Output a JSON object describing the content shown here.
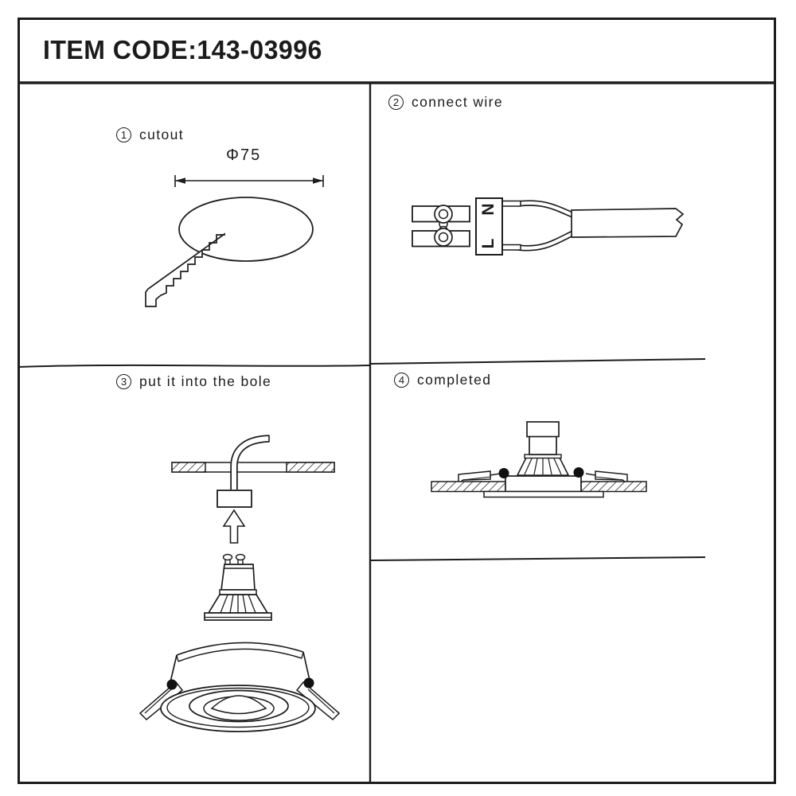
{
  "title": "ITEM CODE:143-03996",
  "steps": [
    {
      "num": "1",
      "label": "cutout"
    },
    {
      "num": "2",
      "label": "connect wire"
    },
    {
      "num": "3",
      "label": "put it into the bole"
    },
    {
      "num": "4",
      "label": "completed"
    }
  ],
  "cutout": {
    "diameter_label": "Φ75"
  },
  "wiring": {
    "neutral_label": "N",
    "live_label": "L"
  },
  "colors": {
    "line": "#1d1d1d",
    "paper": "#ffffff"
  }
}
